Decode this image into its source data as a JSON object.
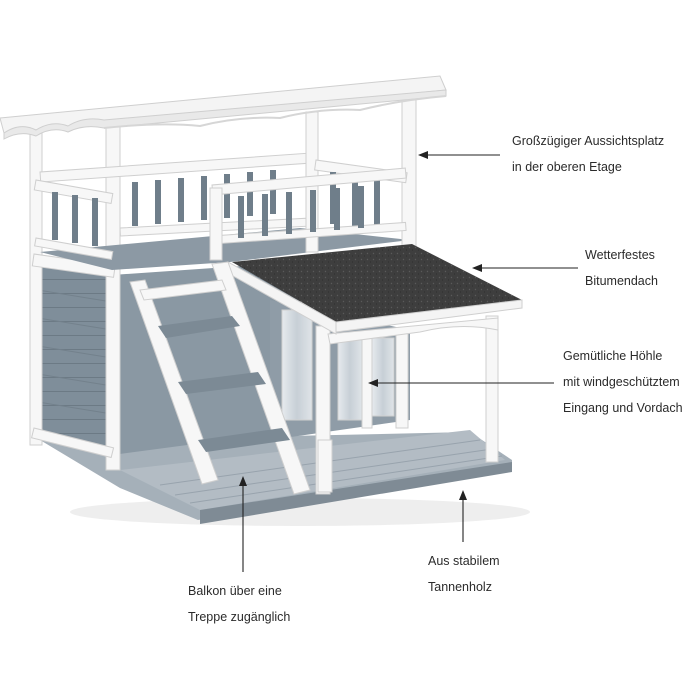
{
  "annotations": [
    {
      "id": "top",
      "lines": [
        "Großzügiger Aussichtsplatz",
        "in der oberen Etage"
      ]
    },
    {
      "id": "roof",
      "lines": [
        "Wetterfestes",
        "Bitumendach"
      ]
    },
    {
      "id": "cave",
      "lines": [
        "Gemütliche Höhle",
        "mit windgeschütztem",
        "Eingang und Vordach"
      ]
    },
    {
      "id": "wood",
      "lines": [
        "Aus stabilem",
        "Tannenholz"
      ]
    },
    {
      "id": "balcony",
      "lines": [
        "Balkon über eine",
        "Treppe zugänglich"
      ]
    }
  ],
  "colors": {
    "frame": "#f7f7f7",
    "frame_edge": "#c9c9c9",
    "panel": "#7e8d99",
    "panel_dark": "#66737e",
    "floor": "#9aa6b0",
    "roof_felt": "#3f3f3f",
    "arrow": "#222222",
    "text": "#2b2b2b"
  }
}
